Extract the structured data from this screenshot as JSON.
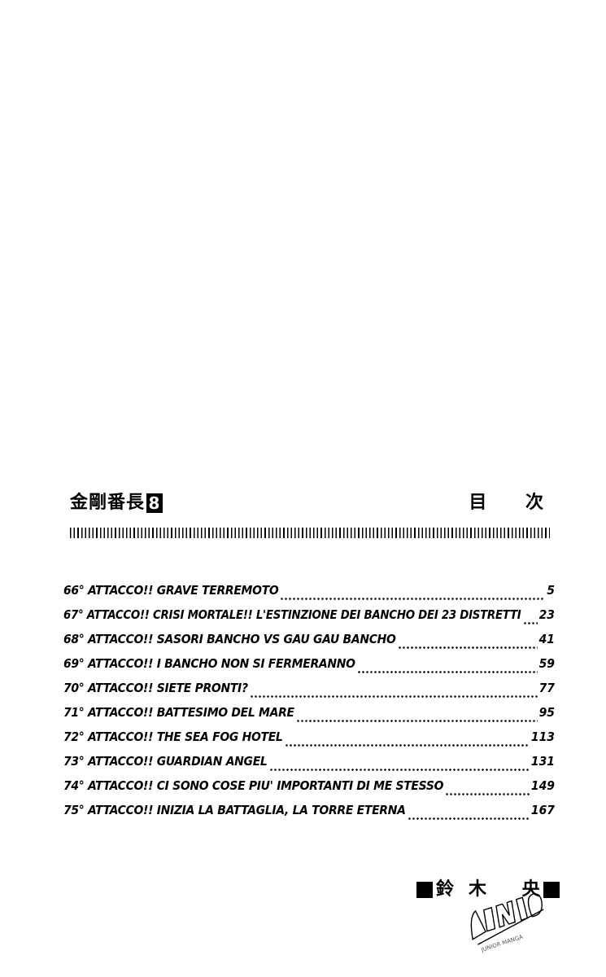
{
  "header": {
    "series_title": "金剛番長",
    "volume": "8",
    "toc_label": "目 次"
  },
  "toc": {
    "entries": [
      {
        "text": "66° ATTACCO!! GRAVE TERREMOTO",
        "page": "5"
      },
      {
        "text": "67° ATTACCO!! CRISI MORTALE!! L'ESTINZIONE DEI BANCHO DEI 23 DISTRETTI",
        "page": "23"
      },
      {
        "text": "68° ATTACCO!! SASORI BANCHO VS GAU GAU BANCHO",
        "page": "41"
      },
      {
        "text": "69° ATTACCO!! I BANCHO NON SI FERMERANNO",
        "page": "59"
      },
      {
        "text": "70° ATTACCO!! SIETE PRONTI?",
        "page": "77"
      },
      {
        "text": "71° ATTACCO!! BATTESIMO DEL MARE",
        "page": "95"
      },
      {
        "text": "72° ATTACCO!! THE SEA FOG HOTEL",
        "page": "113"
      },
      {
        "text": "73° ATTACCO!! GUARDIAN ANGEL",
        "page": "131"
      },
      {
        "text": "74° ATTACCO!! CI SONO COSE PIU' IMPORTANTI DI ME STESSO",
        "page": "149"
      },
      {
        "text": "75° ATTACCO!! INIZIA LA BATTAGLIA, LA TORRE ETERNA",
        "page": "167"
      }
    ]
  },
  "author": {
    "name": "鈴木 央"
  },
  "watermark": {
    "label": "JUNIOR MANGA"
  }
}
